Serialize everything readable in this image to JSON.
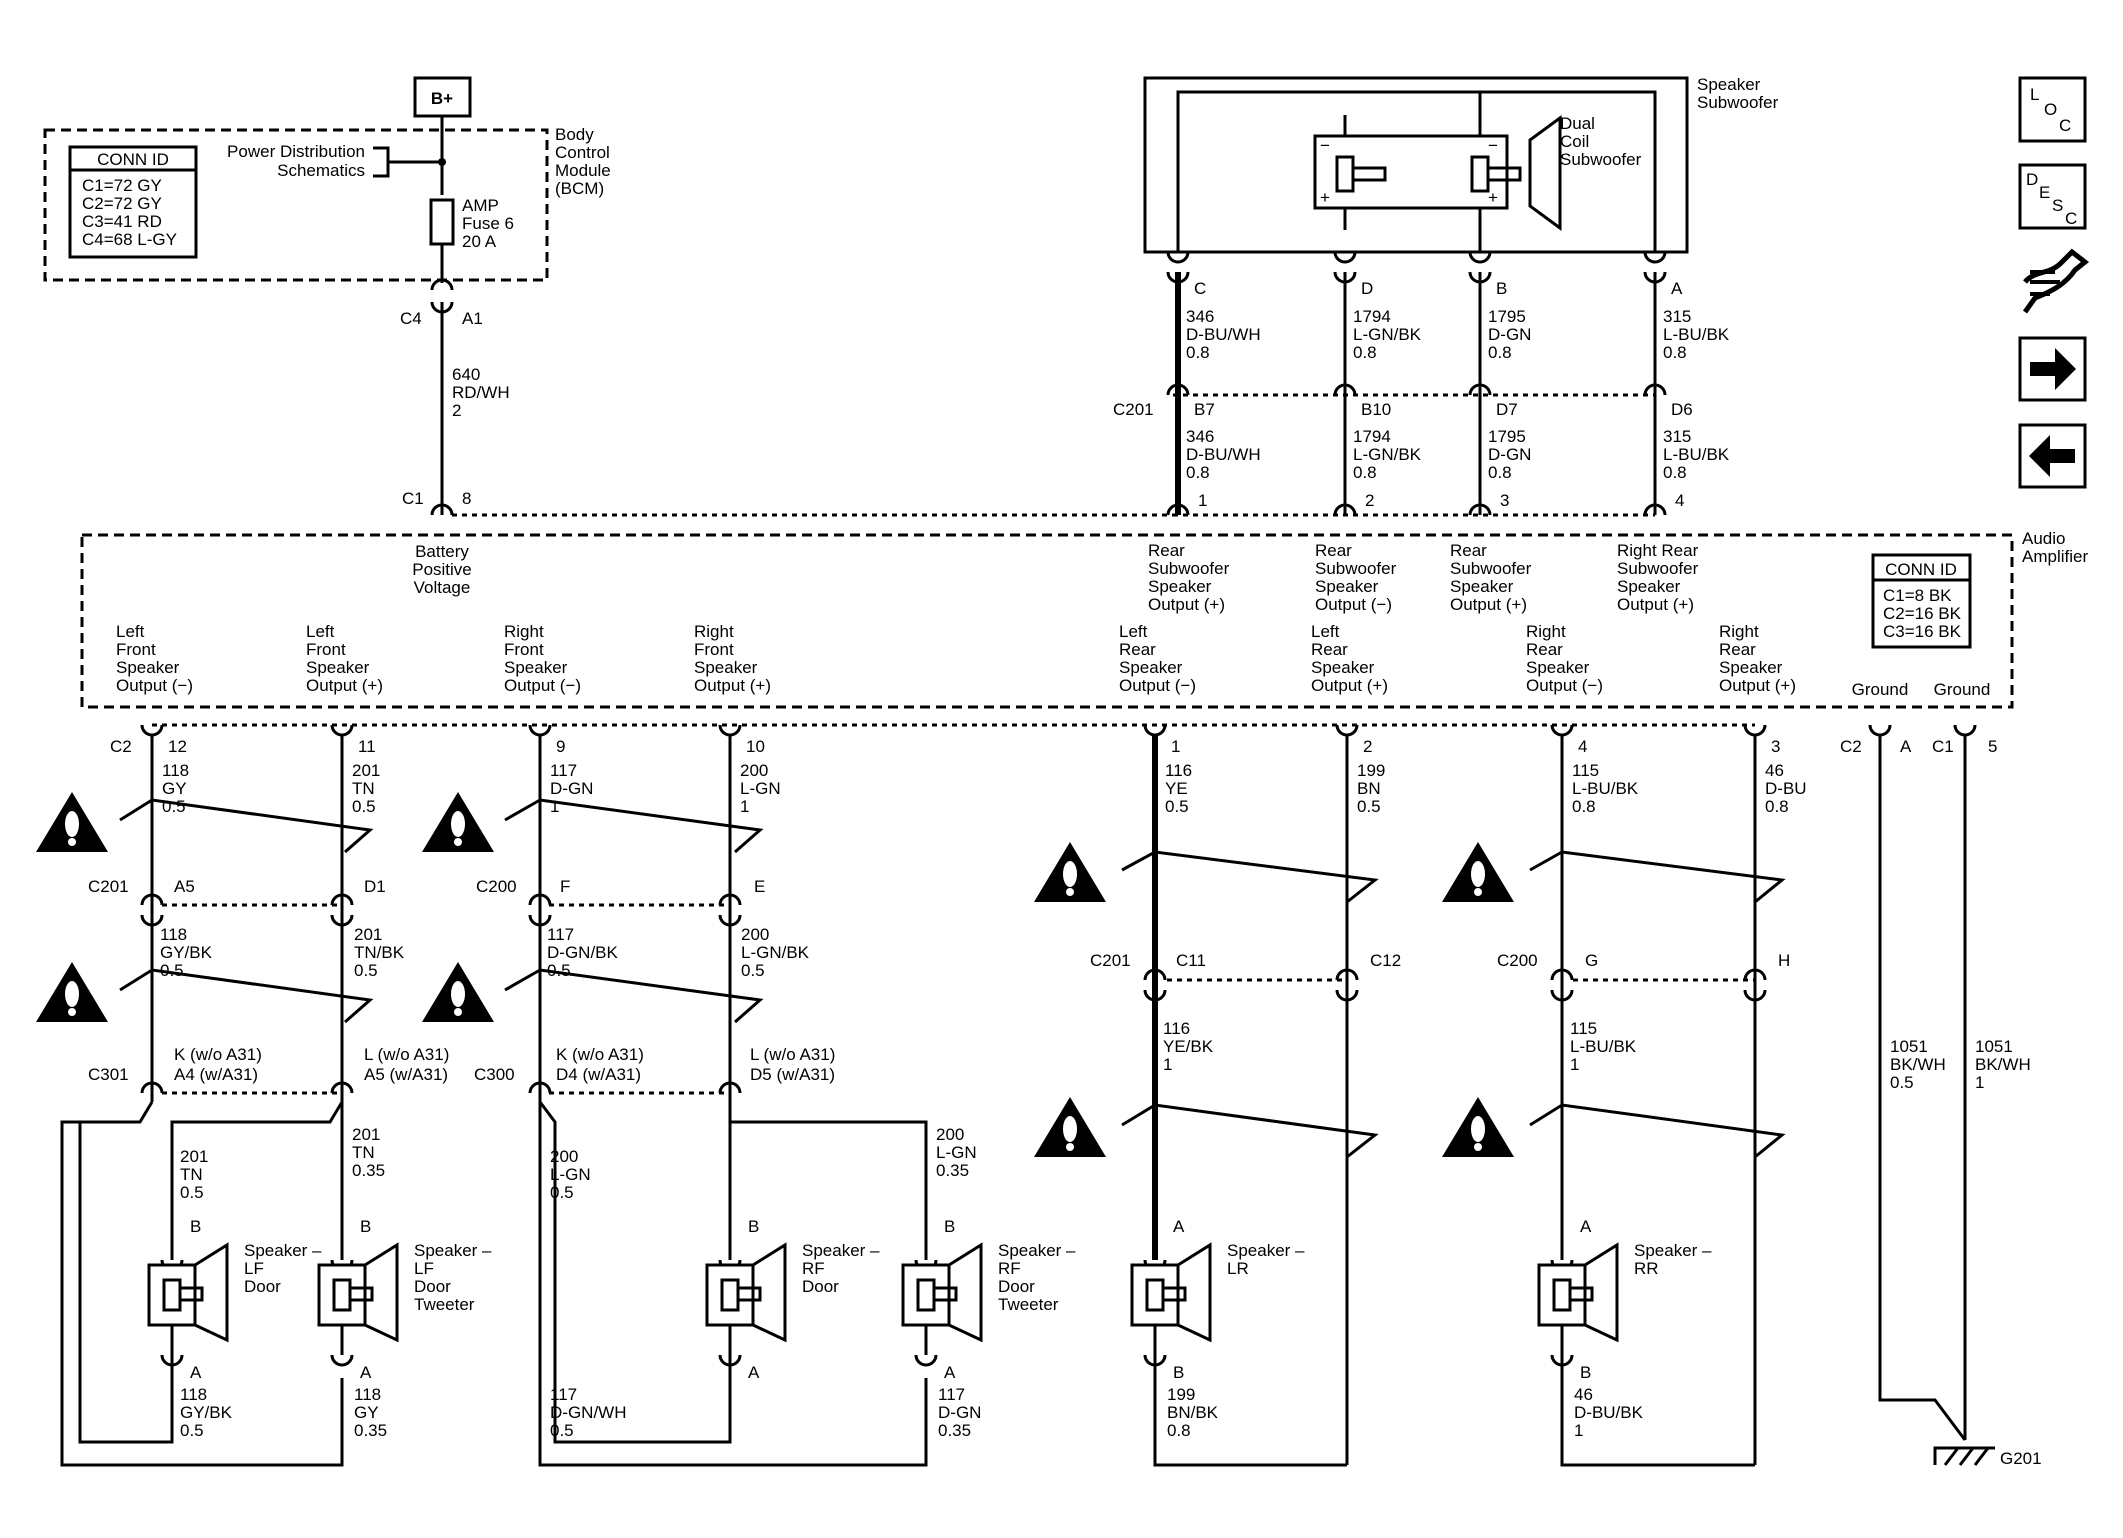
{
  "power": {
    "bplus": "B+",
    "pds_line1": "Power Distribution",
    "pds_line2": "Schematics",
    "bcm_line1": "Body",
    "bcm_line2": "Control",
    "bcm_line3": "Module",
    "bcm_line4": "(BCM)",
    "fuse_line1": "AMP",
    "fuse_line2": "Fuse 6",
    "fuse_line3": "20 A",
    "c4": "C4",
    "a1": "A1",
    "wire_num": "640",
    "wire_color": "RD/WH",
    "wire_gauge": "2",
    "c1": "C1",
    "pin8": "8"
  },
  "bcm_conn": {
    "title": "CONN ID",
    "rows": [
      "C1=72 GY",
      "C2=72 GY",
      "C3=41 RD",
      "C4=68 L-GY"
    ]
  },
  "amp_conn": {
    "title": "CONN ID",
    "rows": [
      "C1=8 BK",
      "C2=16 BK",
      "C3=16 BK"
    ]
  },
  "amplifier": {
    "line1": "Audio",
    "line2": "Amplifier",
    "battery_l1": "Battery",
    "battery_l2": "Positive",
    "battery_l3": "Voltage",
    "ground1": "Ground",
    "ground2": "Ground"
  },
  "subwoofer": {
    "label1": "Speaker",
    "label2": "Subwoofer",
    "dual1": "Dual",
    "dual2": "Coil",
    "dual3": "Subwoofer",
    "minus": "−",
    "plus": "+",
    "c201": "C201",
    "circuits": [
      {
        "pin": "C",
        "num": "346",
        "color": "D-BU/WH",
        "gauge": "0.8",
        "cpin": "B7",
        "anum": "346",
        "acolor": "D-BU/WH",
        "agauge": "0.8",
        "apin": "1",
        "lbl1": "Rear",
        "lbl2": "Subwoofer",
        "lbl3": "Speaker",
        "lbl4": "Output (+)"
      },
      {
        "pin": "D",
        "num": "1794",
        "color": "L-GN/BK",
        "gauge": "0.8",
        "cpin": "B10",
        "anum": "1794",
        "acolor": "L-GN/BK",
        "agauge": "0.8",
        "apin": "2",
        "lbl1": "Rear",
        "lbl2": "Subwoofer",
        "lbl3": "Speaker",
        "lbl4": "Output (−)"
      },
      {
        "pin": "B",
        "num": "1795",
        "color": "D-GN",
        "gauge": "0.8",
        "cpin": "D7",
        "anum": "1795",
        "acolor": "D-GN",
        "agauge": "0.8",
        "apin": "3",
        "lbl1": "Rear",
        "lbl2": "Subwoofer",
        "lbl3": "Speaker",
        "lbl4": "Output (+)"
      },
      {
        "pin": "A",
        "num": "315",
        "color": "L-BU/BK",
        "gauge": "0.8",
        "cpin": "D6",
        "anum": "315",
        "acolor": "L-BU/BK",
        "agauge": "0.8",
        "apin": "4",
        "lbl1": "Right Rear",
        "lbl2": "Subwoofer",
        "lbl3": "Speaker",
        "lbl4": "Output (+)"
      }
    ]
  },
  "outputs": [
    {
      "l1": "Left",
      "l2": "Front",
      "l3": "Speaker",
      "l4": "Output (−)",
      "pin": "12",
      "num": "118",
      "color": "GY",
      "gauge": "0.5"
    },
    {
      "l1": "Left",
      "l2": "Front",
      "l3": "Speaker",
      "l4": "Output (+)",
      "pin": "11",
      "num": "201",
      "color": "TN",
      "gauge": "0.5"
    },
    {
      "l1": "Right",
      "l2": "Front",
      "l3": "Speaker",
      "l4": "Output (−)",
      "pin": "9",
      "num": "117",
      "color": "D-GN",
      "gauge": "1"
    },
    {
      "l1": "Right",
      "l2": "Front",
      "l3": "Speaker",
      "l4": "Output (+)",
      "pin": "10",
      "num": "200",
      "color": "L-GN",
      "gauge": "1"
    },
    {
      "l1": "Left",
      "l2": "Rear",
      "l3": "Speaker",
      "l4": "Output (−)",
      "pin": "1",
      "num": "116",
      "color": "YE",
      "gauge": "0.5"
    },
    {
      "l1": "Left",
      "l2": "Rear",
      "l3": "Speaker",
      "l4": "Output (+)",
      "pin": "2",
      "num": "199",
      "color": "BN",
      "gauge": "0.5"
    },
    {
      "l1": "Right",
      "l2": "Rear",
      "l3": "Speaker",
      "l4": "Output (−)",
      "pin": "4",
      "num": "115",
      "color": "L-BU/BK",
      "gauge": "0.8"
    },
    {
      "l1": "Right",
      "l2": "Rear",
      "l3": "Speaker",
      "l4": "Output (+)",
      "pin": "3",
      "num": "46",
      "color": "D-BU",
      "gauge": "0.8"
    }
  ],
  "c2": "C2",
  "c1b": "C1",
  "pinA": "A",
  "pin5": "5",
  "front_inline": {
    "left": {
      "conn": "C201",
      "pins": [
        "A5",
        "D1"
      ],
      "w1": [
        "118",
        "GY/BK",
        "0.5"
      ],
      "w2": [
        "201",
        "TN/BK",
        "0.5"
      ]
    },
    "right": {
      "conn": "C200",
      "pins": [
        "F",
        "E"
      ],
      "w1": [
        "117",
        "D-GN/BK",
        "0.5"
      ],
      "w2": [
        "200",
        "L-GN/BK",
        "0.5"
      ]
    }
  },
  "door_conn": {
    "left": {
      "conn": "C301",
      "p1a": "K (w/o A31)",
      "p1b": "A4 (w/A31)",
      "p2a": "L (w/o A31)",
      "p2b": "A5 (w/A31)"
    },
    "right": {
      "conn": "C300",
      "p1a": "K (w/o A31)",
      "p1b": "D4 (w/A31)",
      "p2a": "L (w/o A31)",
      "p2b": "D5 (w/A31)"
    }
  },
  "rear_inline": {
    "left": {
      "conn": "C201",
      "pins": [
        "C11",
        "C12"
      ],
      "w": [
        "116",
        "YE/BK",
        "1"
      ]
    },
    "right": {
      "conn": "C200",
      "pins": [
        "G",
        "H"
      ],
      "w": [
        "115",
        "L-BU/BK",
        "1"
      ]
    }
  },
  "speakers": {
    "lf_door": {
      "n1": "Speaker –",
      "n2": "LF",
      "n3": "Door",
      "n4": "",
      "top_pin": "B",
      "bot_pin": "A",
      "top_w": [
        "201",
        "TN",
        "0.5"
      ],
      "bot_w": [
        "118",
        "GY/BK",
        "0.5"
      ]
    },
    "lf_tweeter": {
      "n1": "Speaker –",
      "n2": "LF",
      "n3": "Door",
      "n4": "Tweeter",
      "top_pin": "B",
      "bot_pin": "A",
      "top_w": [
        "201",
        "TN",
        "0.35"
      ],
      "bot_w": [
        "118",
        "GY",
        "0.35"
      ]
    },
    "rf_door": {
      "n1": "Speaker –",
      "n2": "RF",
      "n3": "Door",
      "n4": "",
      "top_pin": "B",
      "bot_pin": "A",
      "top_w": [
        "200",
        "L-GN",
        "0.5"
      ],
      "bot_w": [
        "117",
        "D-GN/WH",
        "0.5"
      ]
    },
    "rf_tweeter": {
      "n1": "Speaker –",
      "n2": "RF",
      "n3": "Door",
      "n4": "Tweeter",
      "top_pin": "B",
      "bot_pin": "A",
      "top_w": [
        "200",
        "L-GN",
        "0.35"
      ],
      "bot_w": [
        "117",
        "D-GN",
        "0.35"
      ]
    },
    "lr": {
      "n1": "Speaker –",
      "n2": "LR",
      "top_pin": "A",
      "bot_pin": "B",
      "bot_w": [
        "199",
        "BN/BK",
        "0.8"
      ]
    },
    "rr": {
      "n1": "Speaker –",
      "n2": "RR",
      "top_pin": "A",
      "bot_pin": "B",
      "bot_w": [
        "46",
        "D-BU/BK",
        "1"
      ]
    }
  },
  "ground": {
    "w1": [
      "1051",
      "BK/WH",
      "0.5"
    ],
    "w2": [
      "1051",
      "BK/WH",
      "1"
    ],
    "label": "G201"
  },
  "nav": {
    "loc": [
      "L",
      "O",
      "C"
    ],
    "desc": [
      "D",
      "E",
      "S",
      "C"
    ],
    "icons": [
      "wiring-harness-icon",
      "forward-arrow-icon",
      "back-arrow-icon"
    ]
  }
}
